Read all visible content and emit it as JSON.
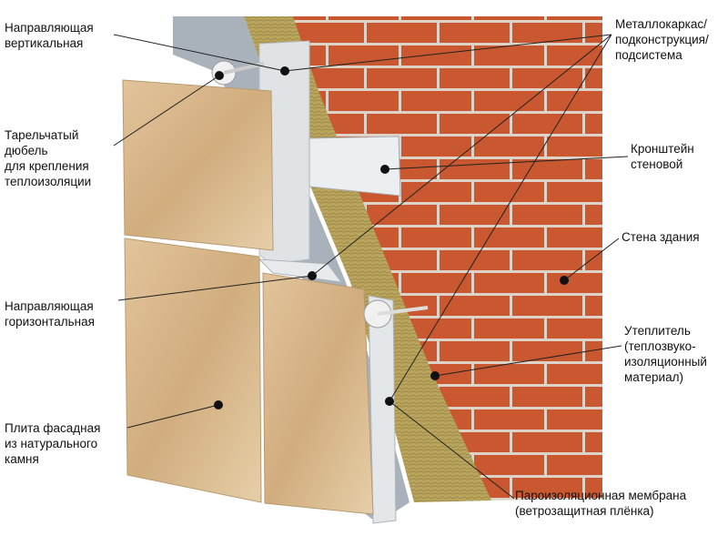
{
  "labels": {
    "vertical_guide": [
      "Направляющая",
      "вертикальная"
    ],
    "dowel": [
      "Тарельчатый",
      "дюбель",
      "для крепления",
      "теплоизоляции"
    ],
    "horizontal_guide": [
      "Направляющая",
      "горизонтальная"
    ],
    "facade_panel": [
      "Плита фасадная",
      "из натурального",
      "камня"
    ],
    "metal_frame": [
      "Металлокаркас/",
      "подконструкция/",
      "подсистема"
    ],
    "bracket": [
      "Кронштейн",
      "стеновой"
    ],
    "wall": [
      "Стена здания"
    ],
    "insulation": [
      "Утеплитель",
      "(теплозвуко-",
      "изоляционный",
      "материал)"
    ],
    "membrane": [
      "Пароизоляционная мембрана",
      "(ветрозащитная плёнка)"
    ]
  },
  "colors": {
    "brick": "#c9572f",
    "mortar": "#ddd3c8",
    "insulation": "#b9a55e",
    "membrane": "#a9b2bb",
    "metal": "#dfe3e6",
    "stone": "#d9b98e"
  }
}
